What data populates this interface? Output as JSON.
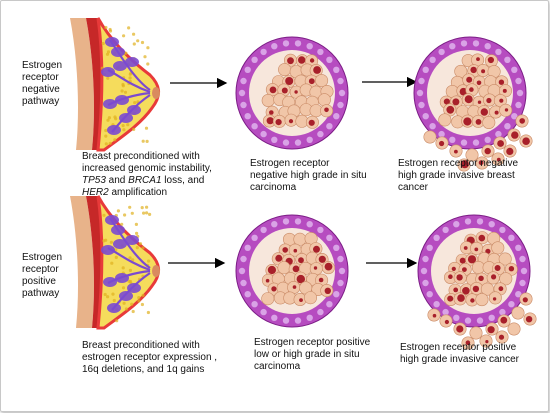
{
  "rows": [
    {
      "pathway_label": "Estrogen receptor negative pathway",
      "breast_caption_parts": [
        {
          "text": "Breast preconditioned with increased genomic instability, ",
          "italic": false
        },
        {
          "text": "TP53",
          "italic": true
        },
        {
          "text": " and ",
          "italic": false
        },
        {
          "text": "BRCA1",
          "italic": true
        },
        {
          "text": " loss, and  ",
          "italic": false
        },
        {
          "text": "HER2",
          "italic": true
        },
        {
          "text": " amplification",
          "italic": false
        }
      ],
      "insitu_caption": "Estrogen receptor  negative high grade in situ carcinoma",
      "invasive_caption": "Estrogen receptor negative high grade invasive breast cancer"
    },
    {
      "pathway_label": "Estrogen receptor positive pathway",
      "breast_caption_parts": [
        {
          "text": "Breast preconditioned with estrogen receptor expression , 16q deletions, and 1q gains",
          "italic": false
        }
      ],
      "insitu_caption": "Estrogen receptor  positive low or high grade in situ carcinoma",
      "invasive_caption": "Estrogen receptor  positive high grade invasive cancer"
    }
  ],
  "colors": {
    "duct_wall": "#b64cc0",
    "myoepithelial_cell": "#d9a3e6",
    "lumen": "#f7e7dc",
    "tumor_cell": "#f1c6a8",
    "tumor_cell_edge": "#c98a66",
    "nucleus": "#a8202a",
    "breast_fat": "#f5dc5c",
    "breast_skin": "#e83a3a",
    "lobules": "#7b4ad0",
    "arrow": "#000000"
  }
}
